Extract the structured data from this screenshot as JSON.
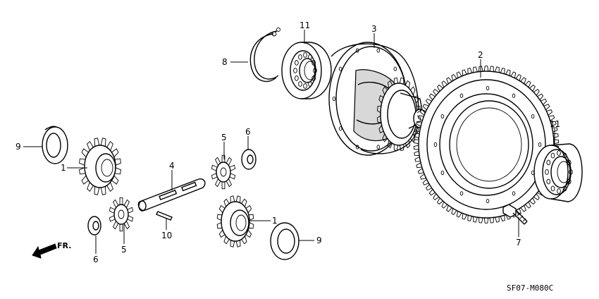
{
  "callouts": {
    "c1_left": "1",
    "c1_right": "1",
    "c2": "2",
    "c3": "3",
    "c4": "4",
    "c5_top": "5",
    "c5_bottom": "5",
    "c6_top": "6",
    "c6_bottom": "6",
    "c7": "7",
    "c8": "8",
    "c9_left": "9",
    "c9_right": "9",
    "c10": "10",
    "c11_top": "11",
    "c11_right": "11"
  },
  "direction_label": "FR.",
  "diagram_code": "SF07-M080C"
}
